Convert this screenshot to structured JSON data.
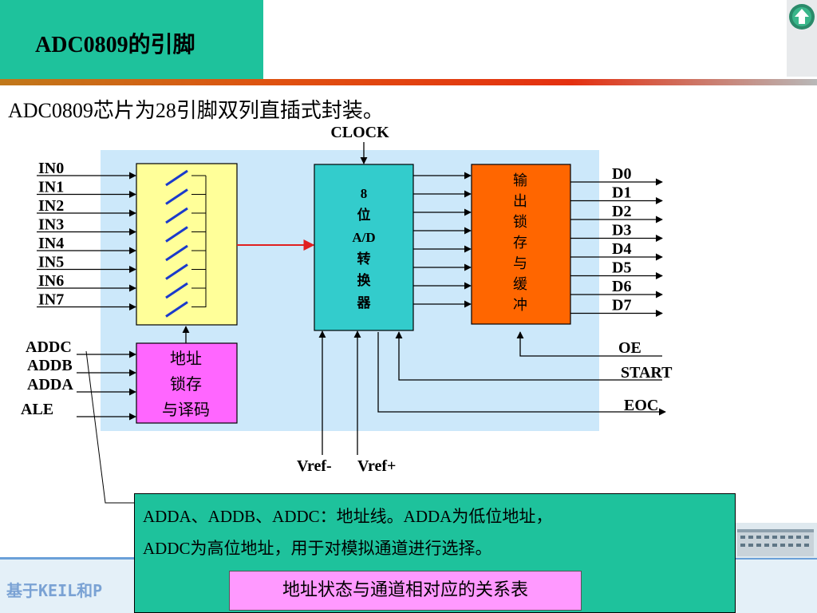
{
  "header": {
    "title": "ADC0809的引脚",
    "subtitle": "ADC0809芯片为28引脚双列直插式封装。"
  },
  "nav": {
    "icon": "up-arrow-home-icon"
  },
  "diagram": {
    "clock": "CLOCK",
    "inputs": [
      "IN0",
      "IN1",
      "IN2",
      "IN3",
      "IN4",
      "IN5",
      "IN6",
      "IN7"
    ],
    "outputs": [
      "D0",
      "D1",
      "D2",
      "D3",
      "D4",
      "D5",
      "D6",
      "D7"
    ],
    "address_pins": [
      "ADDC",
      "ADDB",
      "ADDA",
      "ALE"
    ],
    "adc_block": [
      "8",
      "位",
      "A/D",
      "转",
      "换",
      "器"
    ],
    "output_block": [
      "输",
      "出",
      "锁",
      "存",
      "与",
      "缓",
      "冲"
    ],
    "latch_block": [
      "地址",
      "锁存",
      "与译码"
    ],
    "control_pins": [
      "OE",
      "START",
      "EOC"
    ],
    "vref": [
      "Vref-",
      "Vref+"
    ],
    "colors": {
      "panel": "#cce8fa",
      "switch_block": "#ffff99",
      "adc_block": "#33cccc",
      "output_block": "#ff6600",
      "latch_block": "#ff66ff",
      "red_arrow": "#e02020",
      "switch_blue": "#1a3acc"
    }
  },
  "note": {
    "line1": "ADDA、ADDB、ADDC：地址线。ADDA为低位地址，",
    "line2": "ADDC为高位地址，用于对模拟通道进行选择。",
    "button": "地址状态与通道相对应的关系表"
  },
  "footer": {
    "text": "基于KEIL和P"
  }
}
